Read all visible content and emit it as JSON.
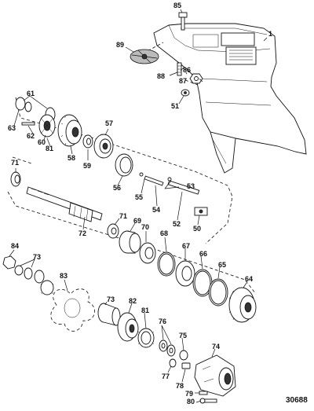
{
  "callouts": {
    "c85": "85",
    "c1": "1",
    "c89": "89",
    "c86": "86",
    "c88": "88",
    "c87": "87",
    "c51": "51",
    "c61": "61",
    "c63": "63",
    "c60": "60",
    "c62": "62",
    "c81a": "81",
    "c58": "58",
    "c59": "59",
    "c57": "57",
    "c71a": "71",
    "c56": "56",
    "c55": "55",
    "c53": "53",
    "c54": "54",
    "c52": "52",
    "c50": "50",
    "c72": "72",
    "c71b": "71",
    "c69": "69",
    "c70": "70",
    "c68": "68",
    "c67": "67",
    "c66": "66",
    "c65": "65",
    "c64": "64",
    "c84": "84",
    "c73a": "73",
    "c83": "83",
    "c73b": "73",
    "c82": "82",
    "c81b": "81",
    "c76": "76",
    "c75": "75",
    "c74": "74",
    "c77": "77",
    "c78": "78",
    "c79": "79",
    "c80": "80"
  },
  "figure_number": "30688"
}
